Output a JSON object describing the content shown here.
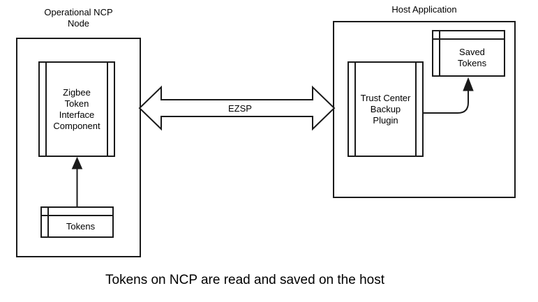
{
  "colors": {
    "stroke": "#1a1a1a",
    "text": "#000000",
    "background": "#ffffff"
  },
  "ncp": {
    "title": "Operational NCP\nNode",
    "component_label": "Zigbee\nToken\nInterface\nComponent",
    "tokens_label": "Tokens"
  },
  "link": {
    "label": "EZSP"
  },
  "host": {
    "title": "Host Application",
    "component_label": "Trust Center\nBackup\nPlugin",
    "saved_tokens_label": "Saved\nTokens"
  },
  "caption": "Tokens on NCP are read and saved on the host"
}
